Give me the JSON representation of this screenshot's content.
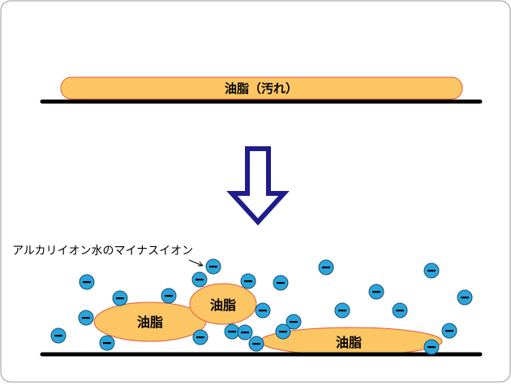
{
  "top_blob_label": "油脂（汚れ）",
  "ion_caption": "アルカリイオン水のマイナスイオン",
  "blob_label_left": "油脂",
  "blob_label_middle": "油脂",
  "blob_label_right": "油脂",
  "ion_symbol": "−",
  "colors": {
    "oil_fill": "#FBC663",
    "oil_stroke": "#E05A3A",
    "arrow_stroke": "#1F1C8C",
    "ion_fill": "#2AA5DC",
    "line": "#000000"
  }
}
